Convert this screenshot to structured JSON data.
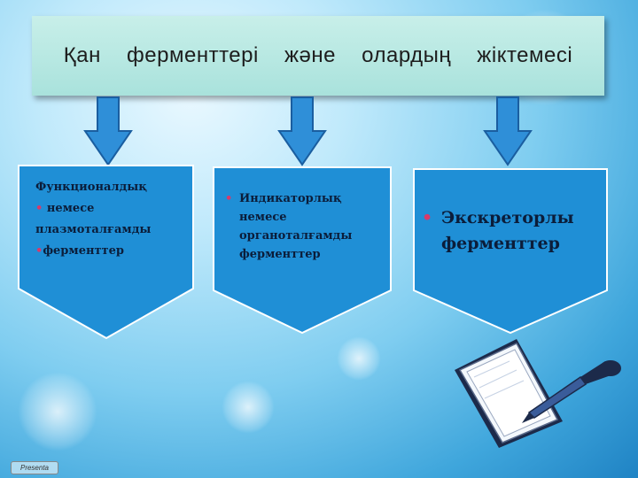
{
  "title": "Қан ферменттері және олардың жіктемесі",
  "categories": [
    {
      "lines": [
        {
          "bullet": "",
          "text": "Функционалдық"
        },
        {
          "bullet": "•",
          "text": "немесе плазмоталғамды"
        },
        {
          "bullet": "•",
          "text": "ферменттер"
        }
      ]
    },
    {
      "lines": [
        {
          "bullet": "•",
          "text": "Индикаторлық немесе органоталғамды ферменттер"
        }
      ]
    },
    {
      "lines": [
        {
          "bullet": "•",
          "text": "Экскреторлы ферменттер"
        }
      ]
    }
  ],
  "colors": {
    "title_bg": "#b6e8e1",
    "box_fill": "#1f8fd6",
    "box_stroke": "#ffffff",
    "arrow_fill": "#2f8fd8",
    "bullet": "#d83a6a"
  },
  "logo_text": "Presenta",
  "icon": "paper-and-pen-icon"
}
